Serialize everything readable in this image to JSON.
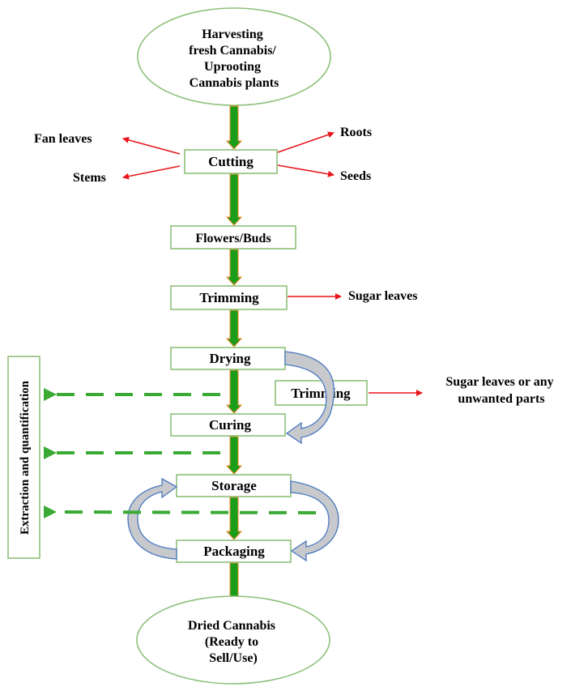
{
  "start": {
    "lines": [
      "Harvesting",
      "fresh Cannabis/",
      "Uprooting",
      "Cannabis plants"
    ]
  },
  "end": {
    "lines": [
      "Dried Cannabis",
      "(Ready to",
      "Sell/Use)"
    ]
  },
  "steps": {
    "cutting": "Cutting",
    "flowers": "Flowers/Buds",
    "trimming": "Trimming",
    "drying": "Drying",
    "side_trimming": "Trimming",
    "curing": "Curing",
    "storage": "Storage",
    "packaging": "Packaging"
  },
  "byproducts": {
    "fan_leaves": "Fan leaves",
    "stems": "Stems",
    "roots": "Roots",
    "seeds": "Seeds",
    "sugar_leaves": "Sugar leaves",
    "unwanted": [
      "Sugar leaves or any",
      "unwanted parts"
    ]
  },
  "sidebar": {
    "label": "Extraction and quantification"
  },
  "colors": {
    "main_arrow_fill": "#1a9d1a",
    "main_arrow_edge": "#f08a24",
    "byproduct_arrow": "#e8161c",
    "dashed_arrow": "#3aaa35",
    "box_border": "#8dc07a",
    "curved_arrow_fill": "#c7c9cc",
    "curved_arrow_edge": "#4a78c2"
  }
}
